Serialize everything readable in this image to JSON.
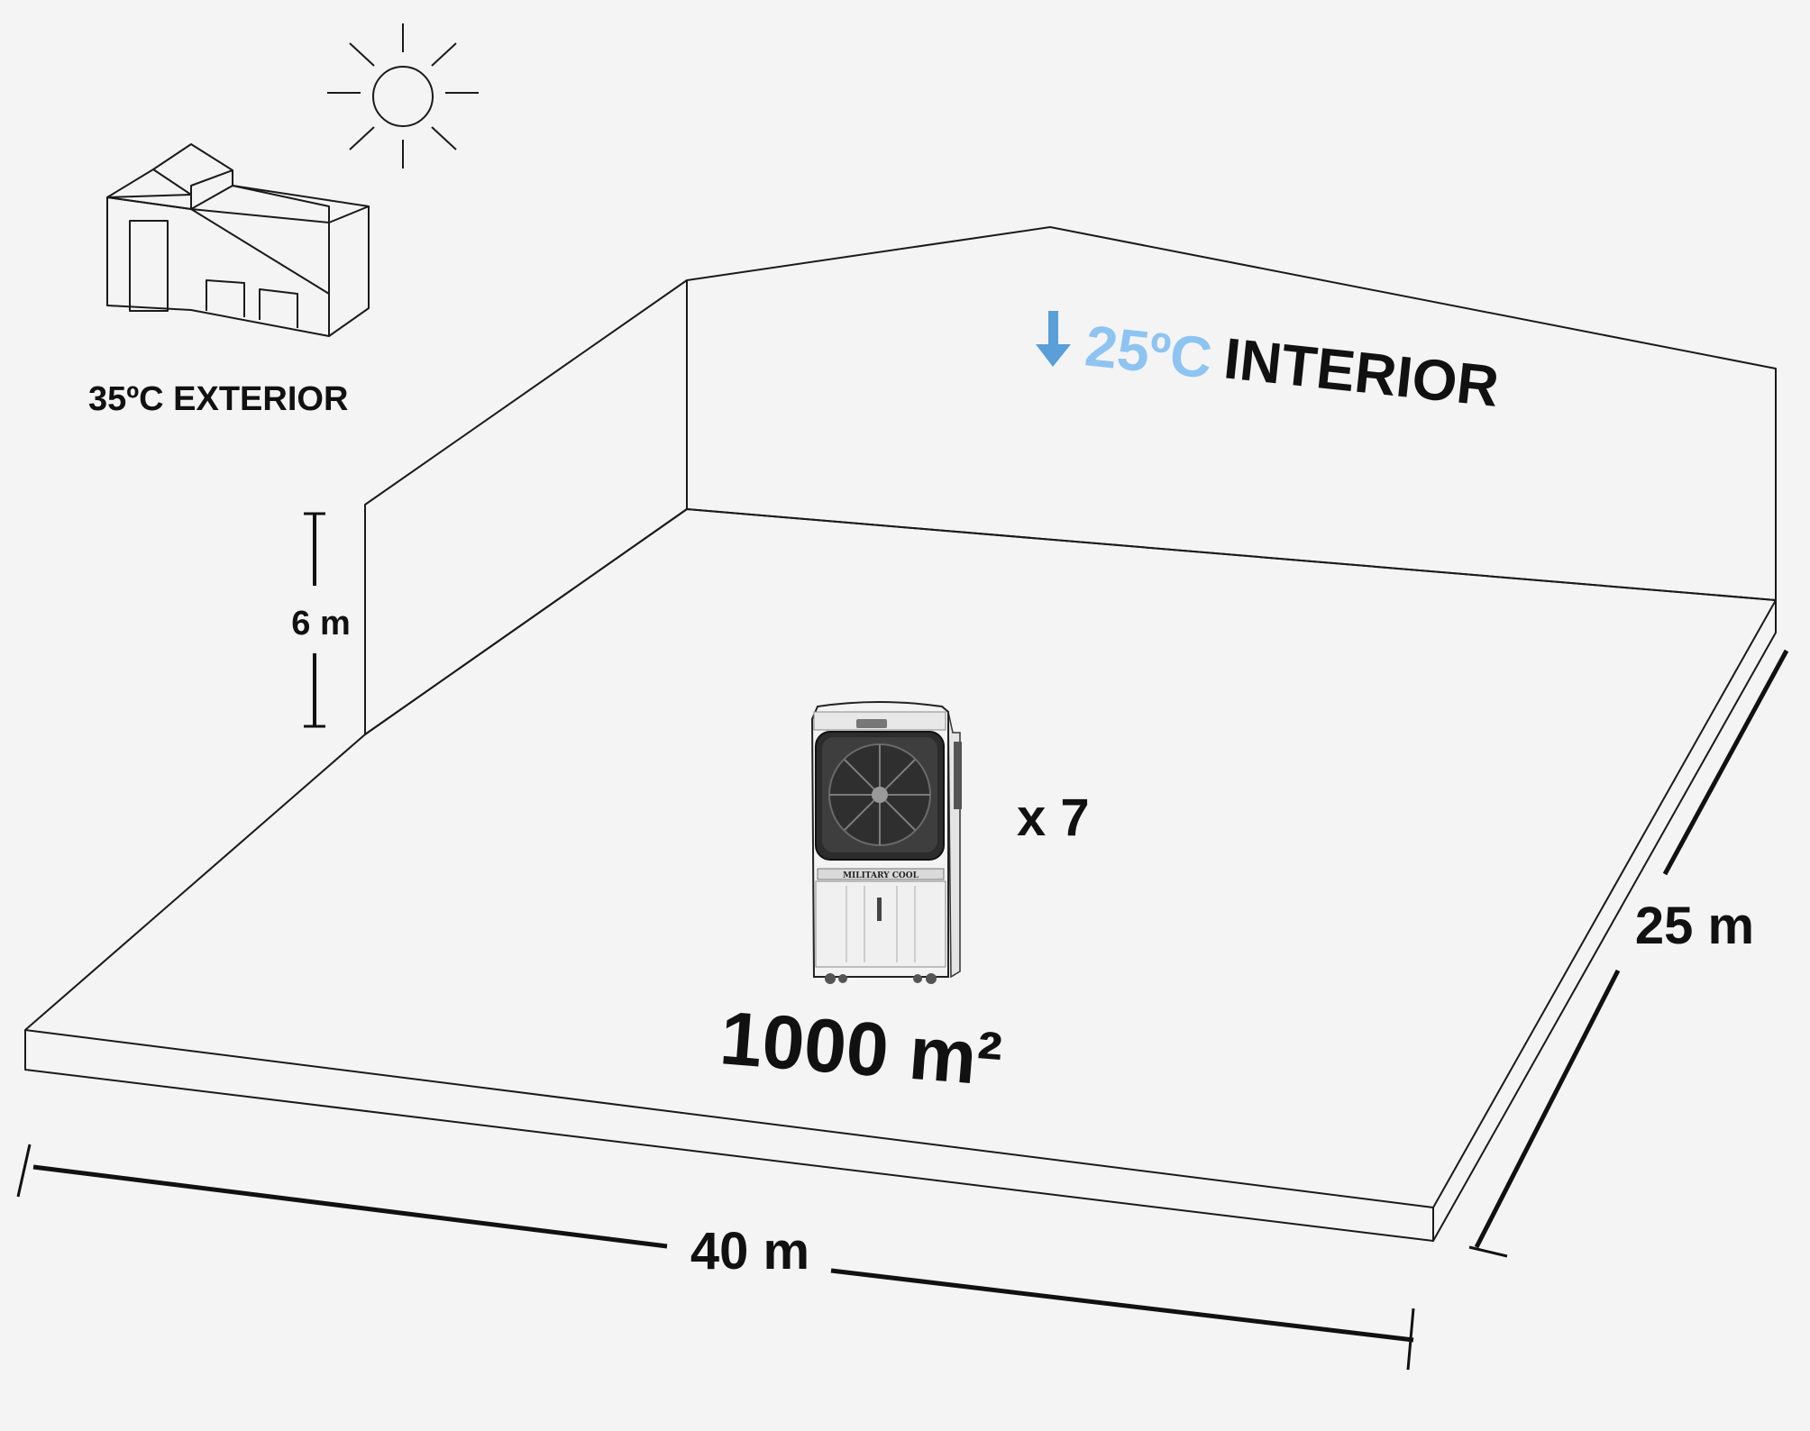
{
  "exterior": {
    "label": "35ºC EXTERIOR"
  },
  "interior": {
    "temp": "25ºC",
    "label": "INTERIOR",
    "arrow_color": "#5b9fd8",
    "temp_color": "#8ec4f2"
  },
  "dimensions": {
    "height": "6 m",
    "width": "40 m",
    "depth": "25 m"
  },
  "area": {
    "label": "1000 m²"
  },
  "cooler": {
    "brand": "MILITARY COOL",
    "count": "x 7"
  },
  "icons": {
    "sun": "sun-icon",
    "house": "house-icon",
    "cooler": "air-cooler-icon",
    "arrow": "arrow-down-icon"
  }
}
